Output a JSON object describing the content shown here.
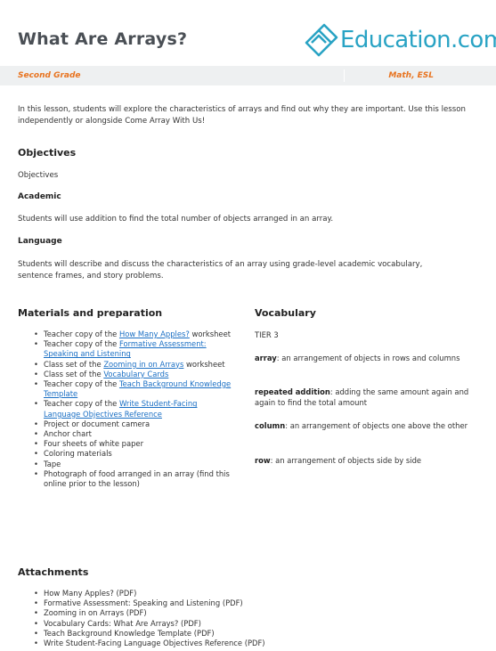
{
  "header": {
    "title": "What Are Arrays?",
    "logo_text": "Education.com",
    "brand_color": "#29a3c4"
  },
  "meta": {
    "grade": "Second Grade",
    "subjects": "Math, ESL",
    "accent_color": "#e8731f"
  },
  "intro": "In this lesson, students will explore the characteristics of arrays and find out why they are important. Use this lesson independently or alongside Come Array With Us!",
  "objectives": {
    "heading": "Objectives",
    "label": "Objectives",
    "academic_heading": "Academic",
    "academic_text": "Students will use addition to find the total number of objects arranged in an array.",
    "language_heading": "Language",
    "language_text": "Students will describe and discuss the characteristics of an array using grade-level academic vocabulary, sentence frames, and story problems."
  },
  "materials": {
    "heading": "Materials and preparation",
    "items": [
      {
        "pre": "Teacher copy of the ",
        "link": "How Many Apples?",
        "post": " worksheet"
      },
      {
        "pre": "Teacher copy of the ",
        "link": "Formative Assessment: Speaking and Listening",
        "post": ""
      },
      {
        "pre": "Class set of the ",
        "link": "Zooming in on Arrays",
        "post": " worksheet"
      },
      {
        "pre": "Class set of the ",
        "link": "Vocabulary Cards",
        "post": ""
      },
      {
        "pre": "Teacher copy of the ",
        "link": "Teach Background Knowledge Template",
        "post": ""
      },
      {
        "pre": "Teacher copy of the ",
        "link": "Write Student-Facing Language Objectives Reference",
        "post": ""
      },
      {
        "pre": "Project or document camera",
        "link": "",
        "post": ""
      },
      {
        "pre": "Anchor chart",
        "link": "",
        "post": ""
      },
      {
        "pre": "Four sheets of white paper",
        "link": "",
        "post": ""
      },
      {
        "pre": "Coloring materials",
        "link": "",
        "post": ""
      },
      {
        "pre": "Tape",
        "link": "",
        "post": ""
      },
      {
        "pre": "Photograph of food arranged in an array (find this online prior to the lesson)",
        "link": "",
        "post": ""
      }
    ]
  },
  "vocabulary": {
    "heading": "Vocabulary",
    "tier": "TIER 3",
    "terms": [
      {
        "term": "array",
        "def": ": an arrangement of objects in rows and columns"
      },
      {
        "term": "repeated addition",
        "def": ": adding the same amount again and again to find the total amount"
      },
      {
        "term": "column",
        "def": ": an arrangement of objects one above the other"
      },
      {
        "term": "row",
        "def": ": an arrangement of objects side by side"
      }
    ]
  },
  "attachments": {
    "heading": "Attachments",
    "items": [
      "How Many Apples? (PDF)",
      "Formative Assessment: Speaking and Listening (PDF)",
      "Zooming in on Arrays (PDF)",
      "Vocabulary Cards: What Are Arrays? (PDF)",
      "Teach Background Knowledge Template (PDF)",
      "Write Student-Facing Language Objectives Reference (PDF)"
    ]
  }
}
